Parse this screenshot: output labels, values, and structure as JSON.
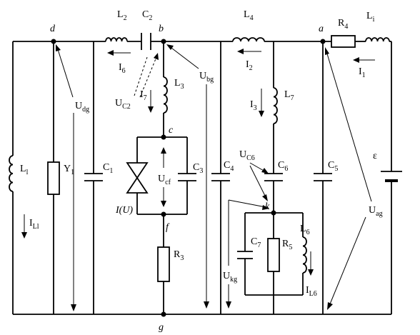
{
  "nodes": {
    "d": "d",
    "b": "b",
    "a": "a",
    "c": "c",
    "f": "f",
    "k": "k",
    "g": "g"
  },
  "components": {
    "L2": "L",
    "L2_sub": "2",
    "C2": "C",
    "C2_sub": "2",
    "L4": "L",
    "L4_sub": "4",
    "R4": "R",
    "R4_sub": "4",
    "Li": "L",
    "Li_sub": "i",
    "L3": "L",
    "L3_sub": "3",
    "L7": "L",
    "L7_sub": "7",
    "Ll": "L",
    "Ll_sub": "l",
    "Y1": "Y",
    "Y1_sub": "1",
    "C1": "C",
    "C1_sub": "1",
    "C3": "C",
    "C3_sub": "3",
    "C4": "C",
    "C4_sub": "4",
    "C6": "C",
    "C6_sub": "6",
    "C5": "C",
    "C5_sub": "5",
    "C7": "C",
    "C7_sub": "7",
    "R3": "R",
    "R3_sub": "3",
    "R5": "R",
    "R5_sub": "5",
    "L6": "L",
    "L6_sub": "6",
    "varactor": "I(U)",
    "source": "ε"
  },
  "currents": {
    "I6": "I",
    "I6_sub": "6",
    "I7": "I",
    "I7_sub": "7",
    "I2": "I",
    "I2_sub": "2",
    "I3": "I",
    "I3_sub": "3",
    "I1": "I",
    "I1_sub": "1",
    "ILl": "I",
    "ILl_sub": "Ll",
    "IL6": "I",
    "IL6_sub": "L6"
  },
  "voltages": {
    "Udg": "U",
    "Udg_sub": "dg",
    "UC2": "U",
    "UC2_sub": "C2",
    "Ubg": "U",
    "Ubg_sub": "bg",
    "Ucf": "U",
    "Ucf_sub": "cf",
    "UC6": "U",
    "UC6_sub": "C6",
    "Ukg": "U",
    "Ukg_sub": "kg",
    "Uag": "U",
    "Uag_sub": "ag"
  }
}
